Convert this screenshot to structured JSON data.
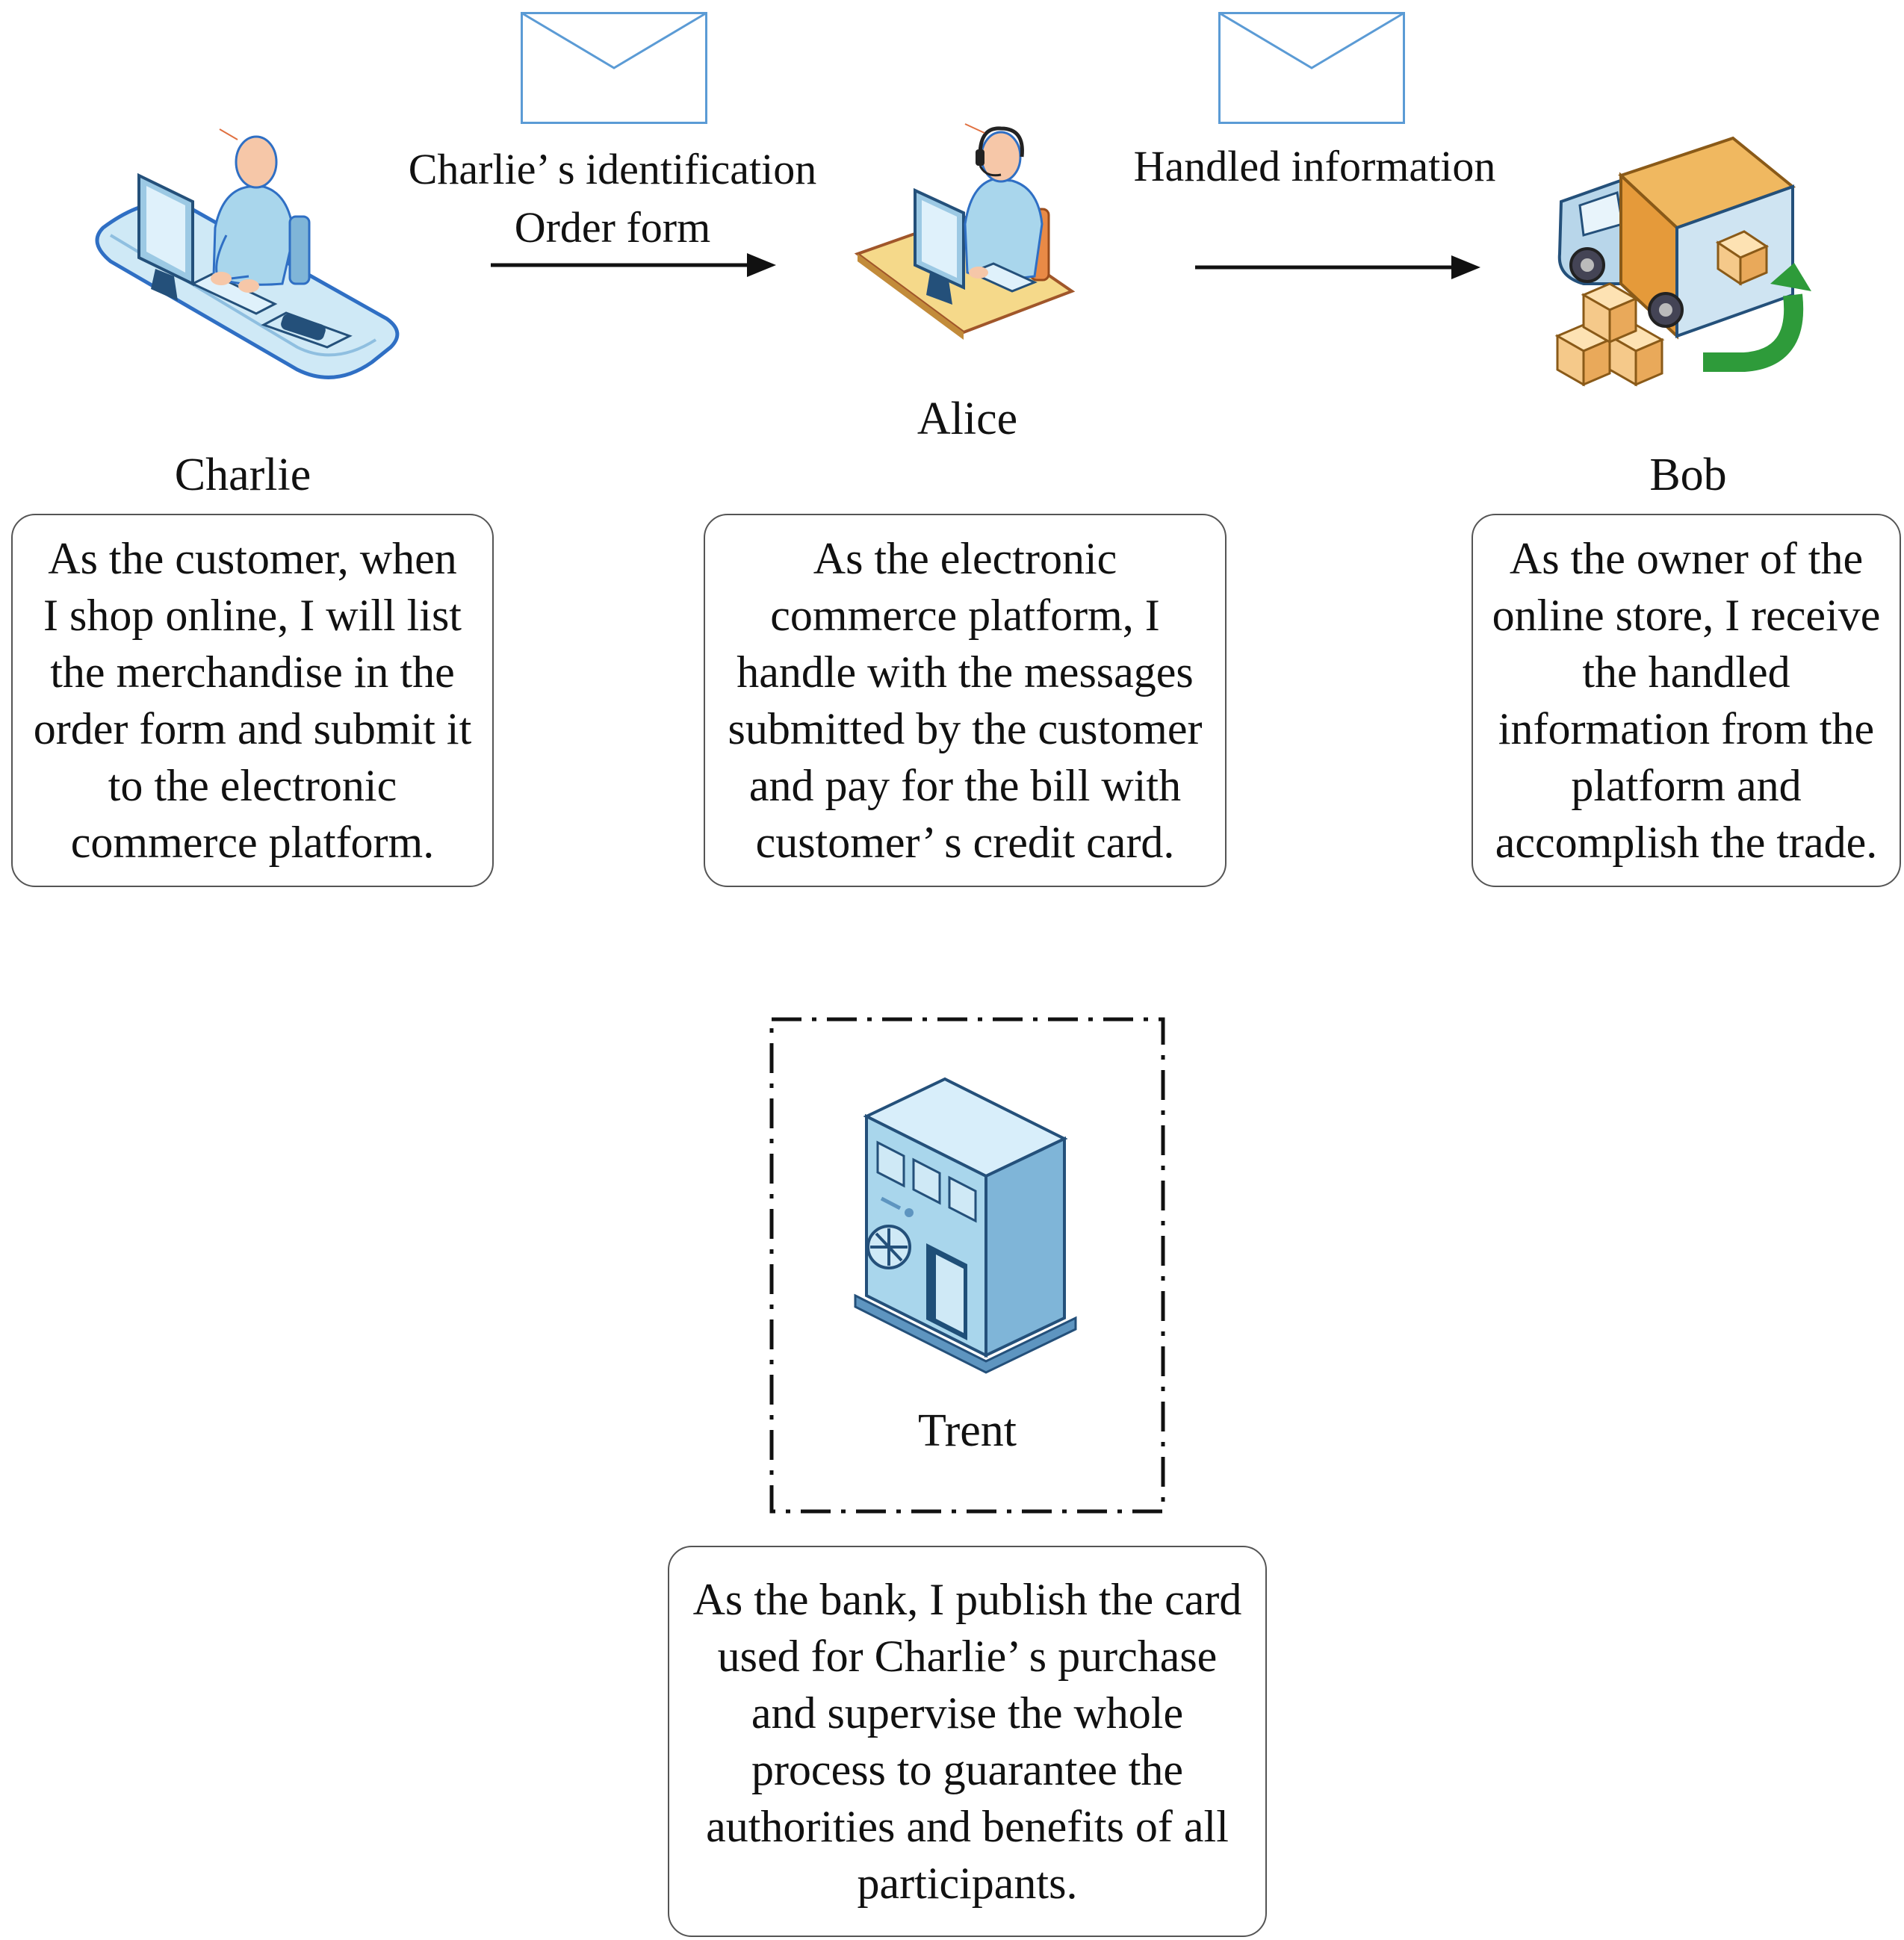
{
  "charlie": {
    "name": "Charlie",
    "lines": [
      "As the customer, when",
      "I shop online, I will list",
      "the merchandise in the",
      "order form and submit it",
      "to  the electronic",
      "commerce platform."
    ]
  },
  "alice": {
    "name": "Alice",
    "lines": [
      "As the electronic",
      "commerce platform, I",
      "handle with the messages",
      "submitted by the customer",
      "and pay for the bill with",
      "customer’ s credit card."
    ]
  },
  "bob": {
    "name": "Bob",
    "lines": [
      "As the owner of the",
      "online store, I receive",
      "the handled",
      "information from the",
      "platform and",
      "accomplish the trade."
    ]
  },
  "trent": {
    "name": "Trent",
    "lines": [
      "As the bank, I publish the card",
      "used for Charlie’ s purchase",
      "and supervise the whole",
      "process to guarantee the",
      "authorities and benefits of all",
      "participants."
    ]
  },
  "message1": {
    "line1": "Charlie’ s identification",
    "line2": "Order form"
  },
  "message2": {
    "line1": "Handled information"
  },
  "colors": {
    "envelope": "#5b9bd5",
    "figure": "#a9d6ec",
    "arrow": "#111111",
    "green_arrow": "#2e9b3a",
    "box": "#e8a84a"
  }
}
